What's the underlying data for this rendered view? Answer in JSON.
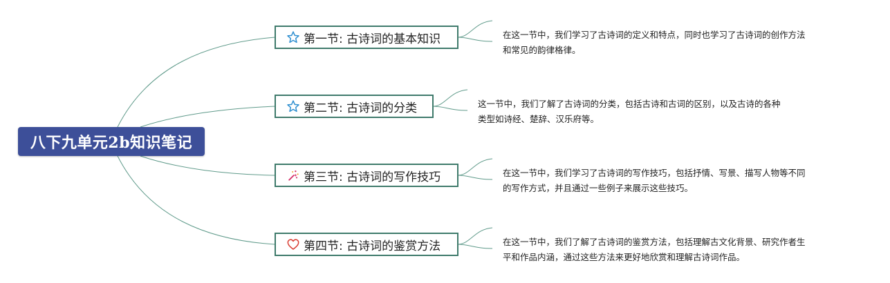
{
  "root": {
    "title": "八下九单元2b知识笔记"
  },
  "sections": [
    {
      "icon": "star-outline-icon",
      "title": "第一节: 古诗词的基本知识",
      "detail_lines": [
        "在这一节中，我们学习了古诗词的定义和特点，同时也学习了古诗词的创作方法",
        "和常见的韵律格律。"
      ]
    },
    {
      "icon": "star-outline-icon",
      "title": "第二节: 古诗词的分类",
      "detail_lines": [
        "这一节中，我们了解了古诗词的分类，包括古诗和古词的区别，以及古诗的各种",
        "类型如诗经、楚辞、汉乐府等。"
      ]
    },
    {
      "icon": "magic-wand-icon",
      "title": "第三节: 古诗词的写作技巧",
      "detail_lines": [
        "在这一节中，我们学习了古诗词的写作技巧，包括抒情、写景、描写人物等不同",
        "的写作方式，并且通过一些例子来展示这些技巧。"
      ]
    },
    {
      "icon": "heart-outline-icon",
      "title": "第四节: 古诗词的鉴赏方法",
      "detail_lines": [
        "在这一节中，我们了解了古诗词的鉴赏方法，包括理解古文化背景、研究作者生",
        "平和作品内涵，通过这些方法来更好地欣赏和理解古诗词作品。"
      ]
    }
  ],
  "colors": {
    "root_fill": "#3d4f99",
    "node_border": "#3e7a6b",
    "connector": "#5f9a8a",
    "star_icon": "#2f8fd0",
    "heart_icon": "#d93a2f",
    "wand_icon": "#d6336c"
  }
}
